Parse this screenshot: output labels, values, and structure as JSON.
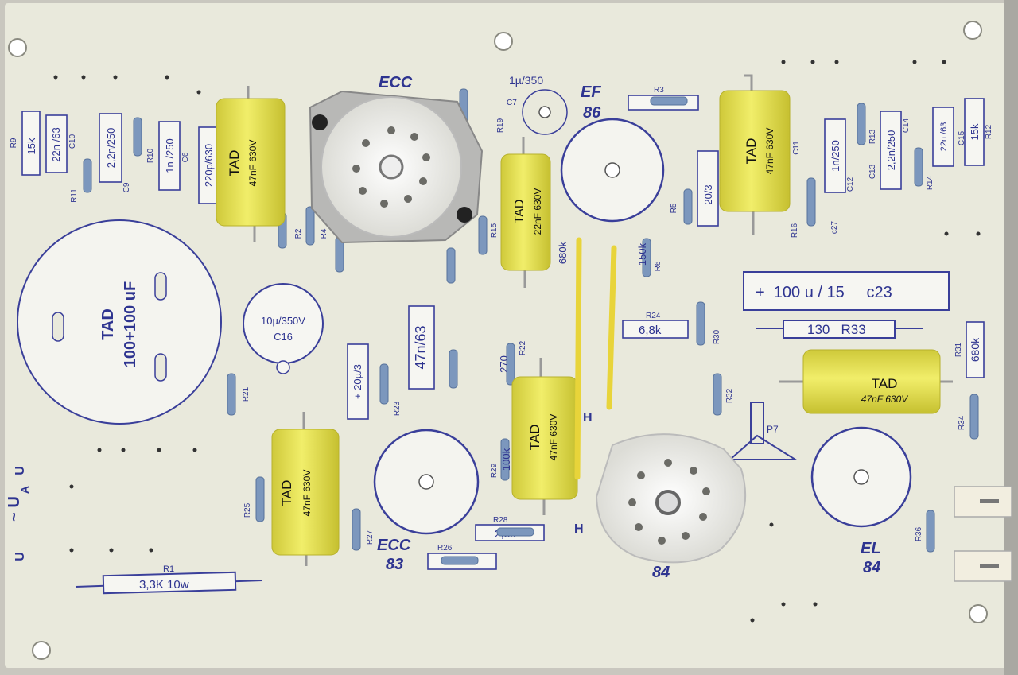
{
  "colors": {
    "board": "#e9e9dc",
    "silkscreen": "#2e3490",
    "capacitor": "#e6e24a",
    "socket": "#f4f4f0",
    "resistor": "#7c97bd"
  },
  "tubes": {
    "ecc_top": "ECC",
    "ef86": [
      "EF",
      "86"
    ],
    "ecc83": [
      "ECC",
      "83"
    ],
    "el84_center": "84",
    "el84": [
      "EL",
      "84"
    ]
  },
  "caps": {
    "tad_big": [
      "TAD",
      "100+100 uF"
    ],
    "tad_c1": [
      "TAD",
      "47nF 630V"
    ],
    "tad_c2": [
      "TAD",
      "22nF 630V"
    ],
    "tad_c3": [
      "TAD",
      "47nF 630V"
    ],
    "tad_c4": [
      "TAD",
      "47nF 630V"
    ],
    "tad_c5": [
      "TAD",
      "47nF 630V"
    ],
    "tad_c6": [
      "TAD",
      "47nF 630V"
    ],
    "c16": [
      "10µ/350V",
      "C16"
    ],
    "c7": [
      "1µ/350",
      "C7"
    ],
    "c23": "+  100 u / 15     c23",
    "c_2201": "2,2n/250",
    "c_22n63": "22n /63",
    "c_1n250": "1n /250",
    "c_220p": "220p/630",
    "c_2n2_r": "2,2n/250",
    "c_1n250_r": "1n/250",
    "c_22n63_r": "22n /63",
    "c_20_3": "20/3",
    "c_47n63": "47n/63",
    "c_20u3": "+ 20µ/3"
  },
  "resistors": {
    "r1": [
      "R1",
      "3,3K 10w"
    ],
    "r33": "130   R33",
    "r9": [
      "R9",
      "15k"
    ],
    "r12": [
      "R12",
      "15k"
    ],
    "r24": [
      "R24",
      "6,8k"
    ],
    "r31": [
      "R31",
      "680k"
    ],
    "r28": [
      "R28",
      "2,8k"
    ],
    "r26": "R26",
    "r29": [
      "R29",
      "100k"
    ],
    "r6": "150k",
    "r680k": "680k",
    "r270": "270",
    "labels": [
      "R10",
      "R11",
      "R2",
      "R4",
      "R19",
      "R16",
      "R15",
      "R5",
      "R6",
      "R13",
      "R14",
      "R21",
      "R22",
      "R23",
      "R25",
      "R27",
      "R30",
      "R32",
      "R34",
      "R36",
      "R3",
      "C6",
      "C9",
      "C10",
      "C11",
      "C12",
      "C13",
      "C14",
      "C15",
      "c27",
      "P7"
    ]
  },
  "markings": {
    "ua1": "U",
    "ua_sub": "A",
    "ua_line": "~ U",
    "ua2": "U",
    "h1": "H",
    "h2": "H"
  }
}
